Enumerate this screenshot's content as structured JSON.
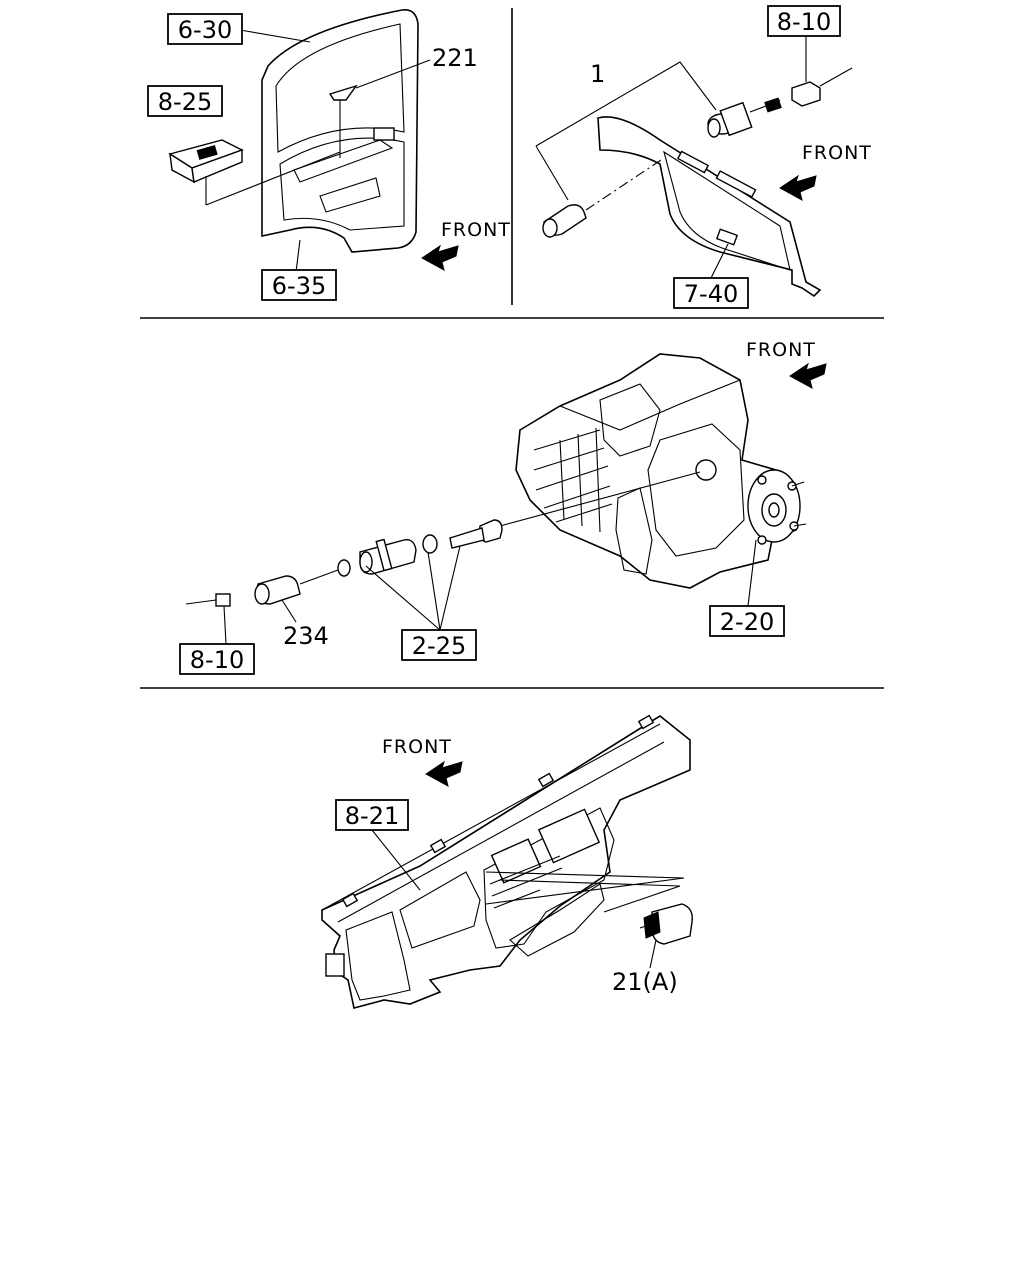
{
  "panels": {
    "door": {
      "refs": {
        "door_panel": "6-30",
        "switch_panel": "8-25",
        "lower_trim": "6-35"
      },
      "part_number": "221",
      "front_label": "FRONT"
    },
    "mount": {
      "refs": {
        "connector": "8-10",
        "bracket": "7-40"
      },
      "part_number": "1",
      "front_label": "FRONT"
    },
    "transmission": {
      "refs": {
        "housing": "2-20",
        "gear_kit": "2-25",
        "connector": "8-10"
      },
      "part_number": "234",
      "front_label": "FRONT"
    },
    "dashboard": {
      "refs": {
        "instrument_panel": "8-21"
      },
      "part_number": "21(A)",
      "front_label": "FRONT"
    }
  }
}
